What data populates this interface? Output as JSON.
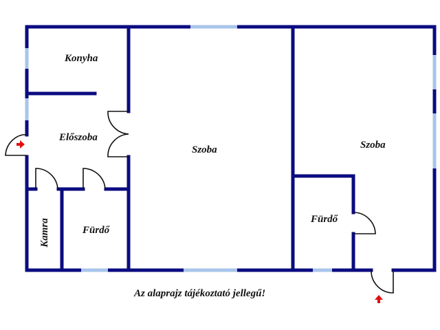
{
  "colors": {
    "wall": "#0b0b80",
    "window": "#a8c4ea",
    "door": "#111111",
    "entry_arrow": "#e01010",
    "background": "#ffffff"
  },
  "rooms": [
    {
      "id": "konyha",
      "label": "Konyha"
    },
    {
      "id": "eloszoba",
      "label": "Előszoba"
    },
    {
      "id": "kamra",
      "label": "Kamra"
    },
    {
      "id": "furdo-left",
      "label": "Fürdő"
    },
    {
      "id": "szoba-center",
      "label": "Szoba"
    },
    {
      "id": "szoba-right",
      "label": "Szoba"
    },
    {
      "id": "furdo-right",
      "label": "Fürdő"
    }
  ],
  "caption": "Az alaprajz tájékoztató jellegű!",
  "entrances": [
    {
      "id": "entry-left",
      "icon": "arrow-right-icon"
    },
    {
      "id": "entry-bottom",
      "icon": "arrow-up-icon"
    }
  ]
}
